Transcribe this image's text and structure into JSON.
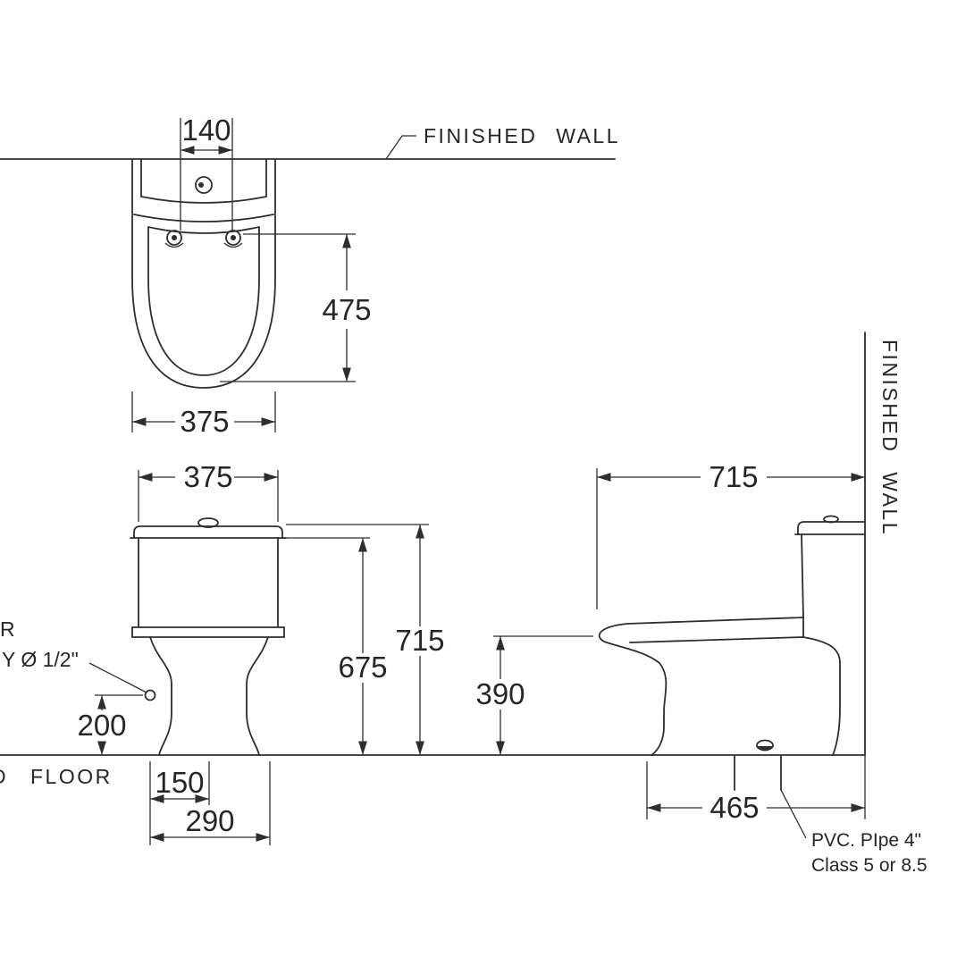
{
  "labels": {
    "finished_wall_top": "FINISHED WALL",
    "finished_wall_side": "FINISHED WALL",
    "floor_cut": "D",
    "floor": "FLOOR",
    "supply_cut_1": "R",
    "supply_cut_2": "Y Ø 1/2\"",
    "pvc_1": "PVC. PIpe 4\"",
    "pvc_2": "Class 5 or 8.5"
  },
  "dims": {
    "top_140": "140",
    "top_475": "475",
    "top_375": "375",
    "front_375": "375",
    "front_675": "675",
    "front_715": "715",
    "front_200": "200",
    "front_150": "150",
    "front_290": "290",
    "side_715": "715",
    "side_390": "390",
    "side_465": "465"
  }
}
